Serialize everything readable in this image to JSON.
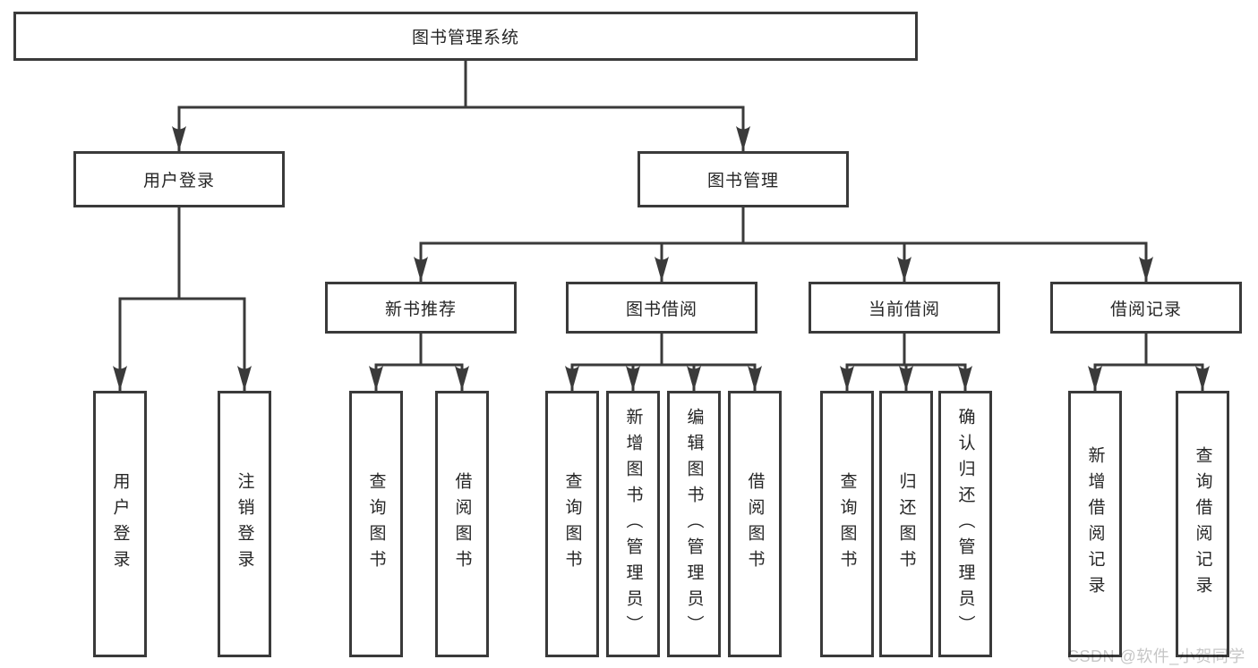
{
  "nodes": {
    "root": "图书管理系统",
    "level2": [
      "用户登录",
      "图书管理"
    ],
    "level3": [
      "新书推荐",
      "图书借阅",
      "当前借阅",
      "借阅记录"
    ],
    "user_login_children": [
      "用户登录",
      "注销登录"
    ],
    "recommend_children": [
      "查询图书",
      "借阅图书"
    ],
    "borrow_children": [
      "查询图书",
      "新增图书（管理员）",
      "编辑图书（管理员）",
      "借阅图书"
    ],
    "current_children": [
      "查询图书",
      "归还图书",
      "确认归还（管理员）"
    ],
    "records_children": [
      "新增借阅记录",
      "查询借阅记录"
    ]
  },
  "watermark": "CSDN @软件_小贺同学",
  "colors": {
    "line": "#3a3a3a",
    "text": "#262626",
    "background": "#ffffff",
    "watermark": "#c6c6c6"
  }
}
